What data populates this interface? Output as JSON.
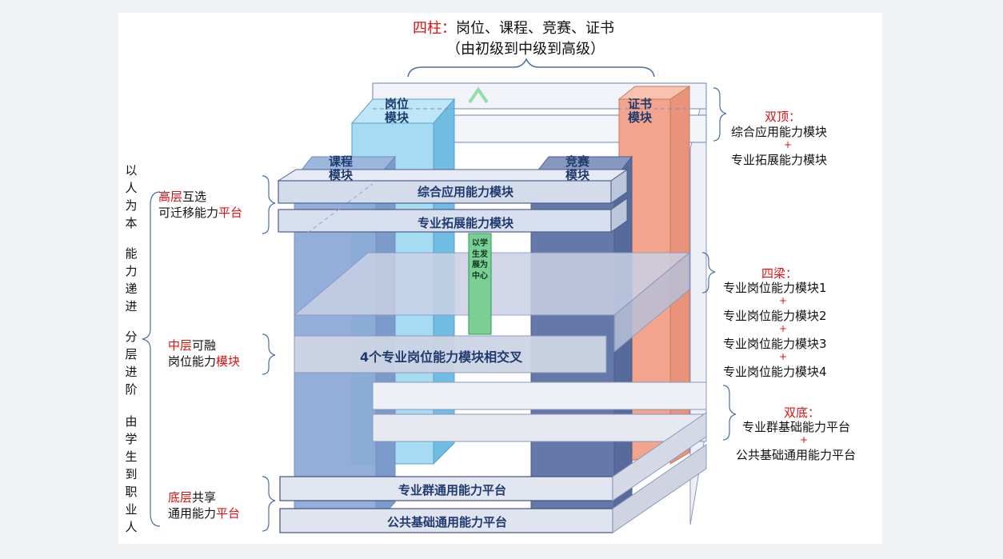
{
  "header": {
    "red": "四柱：",
    "black": "岗位、课程、竞赛、证书",
    "sub": "（由初级到中级到高级）"
  },
  "columns": {
    "gangwei": "岗位\n模块",
    "zhengshu": "证书\n模块",
    "kecheng": "课程\n模块",
    "jingsai": "竞赛\n模块"
  },
  "platforms": {
    "zonghe": "综合应用能力模块",
    "tuozhan": "专业拓展能力模块",
    "jiaocha": "4个专业岗位能力模块相交叉",
    "qunton": "专业群通用能力平台",
    "gonggong": "公共基础通用能力平台"
  },
  "center_strip": "以学生发展为中心",
  "left_vertical": {
    "a": "以人为本",
    "b": "能力递进",
    "c": "分层进阶",
    "d": "由学生到职业人"
  },
  "left_levels": {
    "high": {
      "red1": "高层",
      "blk1": "互选",
      "blk2": "可迁移能力",
      "red2": "平台"
    },
    "mid": {
      "red1": "中层",
      "blk1": "可融",
      "blk2": "岗位能力",
      "red2": "模块"
    },
    "low": {
      "red1": "底层",
      "blk1": "共享",
      "blk2": "通用能力",
      "red2": "平台"
    }
  },
  "right": {
    "shuangding": {
      "title": "双顶：",
      "l1": "综合应用能力模块",
      "plus": "+",
      "l2": "专业拓展能力模块"
    },
    "siliang": {
      "title": "四梁：",
      "l1": "专业岗位能力模块1",
      "l2": "专业岗位能力模块2",
      "l3": "专业岗位能力模块3",
      "l4": "专业岗位能力模块4",
      "plus": "+"
    },
    "shuangdi": {
      "title": "双底：",
      "l1": "专业群基础能力平台",
      "plus": "+",
      "l2": "公共基础通用能力平台"
    }
  },
  "colors": {
    "red": "#e01010",
    "navy": "#1f3a6e",
    "green": "#1aab4a"
  }
}
